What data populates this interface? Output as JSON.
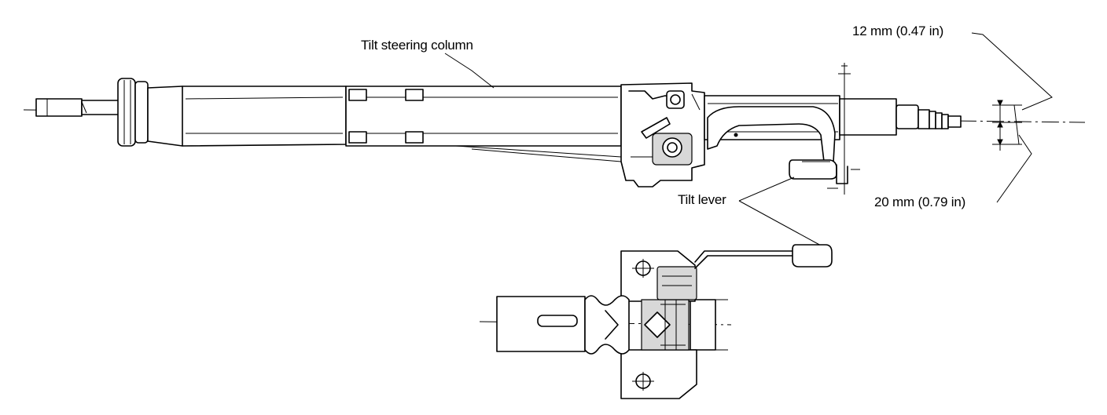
{
  "labels": {
    "column": "Tilt steering column",
    "lever": "Tilt lever",
    "dim_upper": "12 mm (0.47 in)",
    "dim_lower": "20 mm (0.79 in)"
  },
  "colors": {
    "ink": "#000000",
    "paper": "#ffffff"
  }
}
